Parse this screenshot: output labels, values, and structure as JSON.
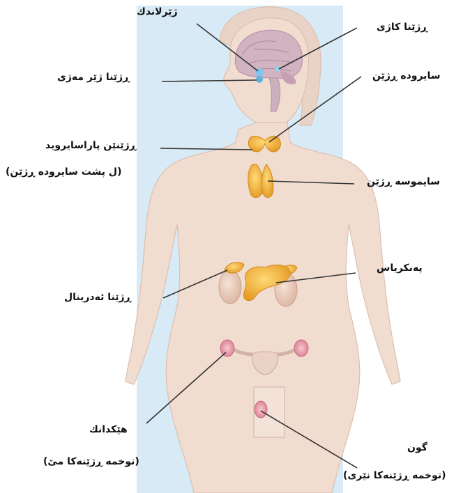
{
  "labels": {
    "hypothalamus": "ژێرلاندك",
    "pineal": "ڕژێنا کاژی",
    "pituitary": "ڕژێنا ژێر مەژی",
    "thyroid": "سایرودە ڕژێن",
    "parathyroid_line1": "ڕژێنێن پاراسایروید",
    "parathyroid_line2": "(ل پشت سایرودە ڕژێن)",
    "thymus": "سایموسە ڕژێن",
    "pancreas": "پەنکریاس",
    "adrenal": "ڕژێنا ئەدرینال",
    "ovary_line1": "هێکدانك",
    "ovary_line2": "(توخمە ڕژێنەکا مێ)",
    "testis_line1": "گون",
    "testis_line2": "(توخمە ڕژێنەکا نێری)"
  },
  "colors": {
    "panel": "#d8eaf5",
    "skin": "#f1ddd0",
    "skin_edge": "#dcbfae",
    "gland": "#f3b63c",
    "gland_dark": "#d98f1c",
    "kidney": "#e7c6b4",
    "brain": "#c9a7b6",
    "ovary": "#e79aa8",
    "leader": "#333333"
  }
}
